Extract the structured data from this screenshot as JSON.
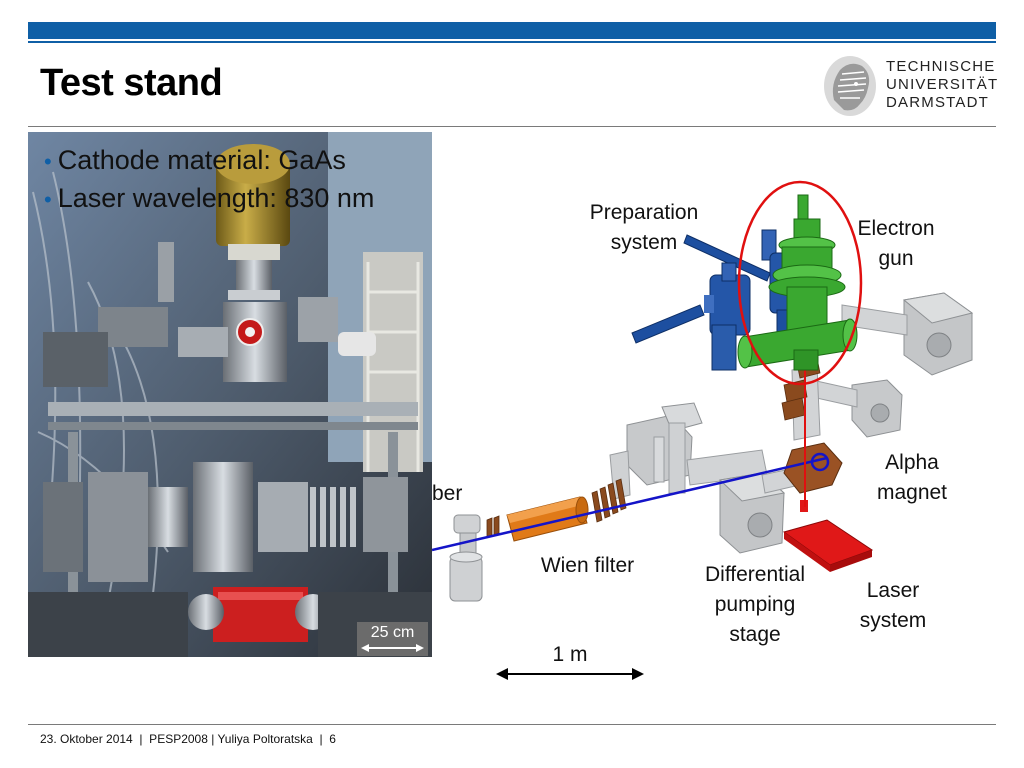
{
  "slide": {
    "title": "Test stand",
    "logo": {
      "line1": "TECHNISCHE",
      "line2": "UNIVERSITÄT",
      "line3": "DARMSTADT"
    },
    "bullets": [
      "Cathode material: GaAs",
      "Laser wavelength: 830 nm"
    ],
    "photo_scale": "25 cm",
    "diagram": {
      "labels": {
        "preparation_system": [
          "Preparation",
          "system"
        ],
        "electron_gun": [
          "Electron",
          "gun"
        ],
        "alpha_magnet": [
          "Alpha",
          "magnet"
        ],
        "laser_system": [
          "Laser",
          "system"
        ],
        "differential_pumping": [
          "Differential",
          "pumping",
          "stage"
        ],
        "wien_filter": "Wien filter",
        "chamber_partial": "ber"
      },
      "scale": "1 m"
    },
    "footer": "23. Oktober 2014  |  PESP2008 | Yuliya Poltoratska  |  6"
  },
  "colors": {
    "accent": "#0f5fa6",
    "electron_gun": "#3aa830",
    "preparation_system": "#1d4fa0",
    "wien_filter": "#e07a18",
    "laser_system": "#e01818",
    "highlight_ellipse": "#e01010",
    "beam_line": "#1414c8"
  }
}
